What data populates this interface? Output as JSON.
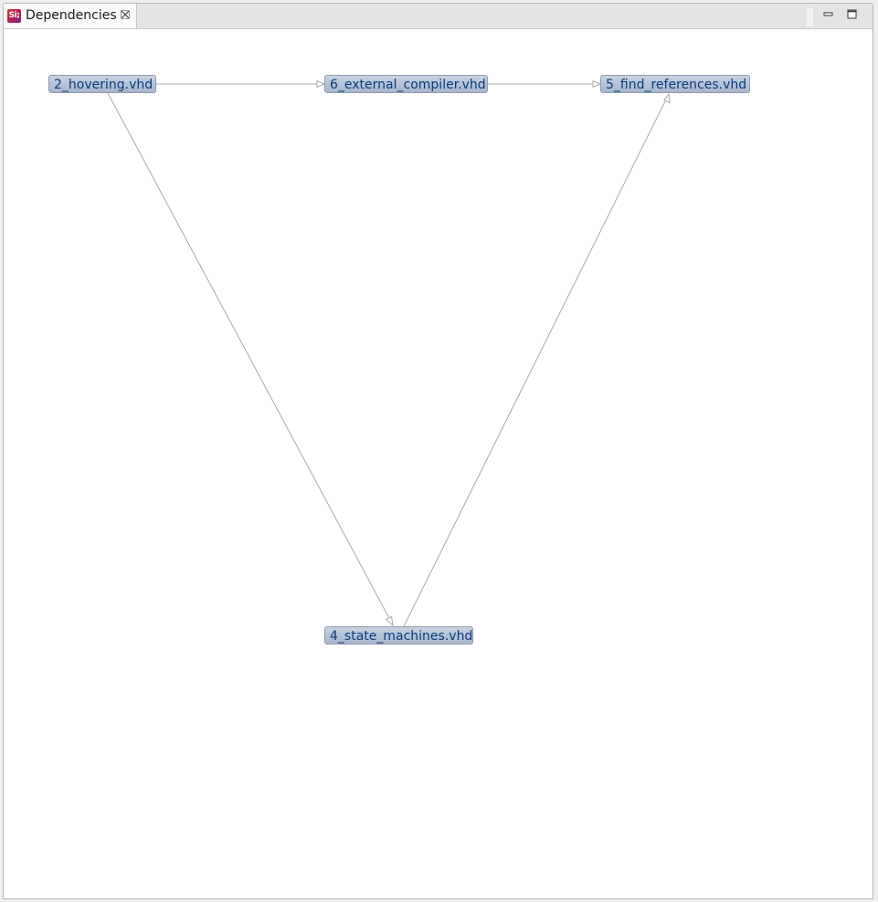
{
  "view": {
    "tab_title": "Dependencies",
    "tab_icon_text": "Si;",
    "close_icon": "close-icon",
    "minimize_icon": "minimize-icon",
    "maximize_icon": "maximize-icon"
  },
  "graph": {
    "nodes": [
      {
        "id": "hovering",
        "label": "2_hovering.vhd"
      },
      {
        "id": "external_compiler",
        "label": "6_external_compiler.vhd"
      },
      {
        "id": "find_references",
        "label": "5_find_references.vhd"
      },
      {
        "id": "state_machines",
        "label": "4_state_machines.vhd"
      }
    ],
    "edges": [
      {
        "from": "hovering",
        "to": "external_compiler"
      },
      {
        "from": "external_compiler",
        "to": "find_references"
      },
      {
        "from": "hovering",
        "to": "state_machines"
      },
      {
        "from": "state_machines",
        "to": "find_references"
      }
    ],
    "edge_color": "#a8a8a8",
    "node_text_color": "#0a3a7a"
  }
}
